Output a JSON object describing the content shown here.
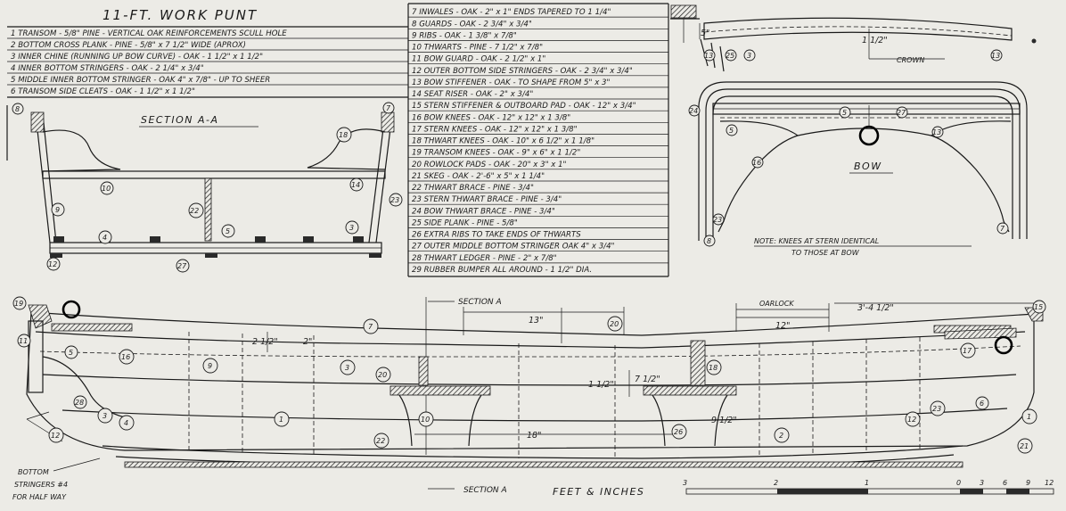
{
  "title": "11-FT. WORK PUNT",
  "materials_left": [
    "1 TRANSOM - 5/8\" PINE - VERTICAL OAK REINFORCEMENTS SCULL HOLE",
    "2 BOTTOM CROSS PLANK - PINE - 5/8\" x 7 1/2\" WIDE (APROX)",
    "3 INNER CHINE (RUNNING UP BOW CURVE) - OAK - 1 1/2\" x 1 1/2\"",
    "4 INNER BOTTOM STRINGERS - OAK - 2 1/4\" x 3/4\"",
    "5 MIDDLE INNER BOTTOM STRINGER - OAK 4\" x 7/8\" - UP TO SHEER",
    "6 TRANSOM SIDE CLEATS - OAK - 1 1/2\" x 1 1/2\""
  ],
  "materials_right": [
    "7 INWALES - OAK - 2\" x 1\" ENDS TAPERED TO 1 1/4\"",
    "8 GUARDS - OAK - 2 3/4\" x 3/4\"",
    "9 RIBS - OAK - 1 3/8\" x 7/8\"",
    "10 THWARTS - PINE - 7 1/2\" x 7/8\"",
    "11 BOW GUARD - OAK - 2 1/2\" x 1\"",
    "12 OUTER BOTTOM SIDE STRINGERS - OAK - 2 3/4\" x 3/4\"",
    "13 BOW STIFFENER - OAK - TO SHAPE FROM 5\" x 3\"",
    "14 SEAT RISER - OAK - 2\" x 3/4\"",
    "15 STERN STIFFENER & OUTBOARD PAD - OAK - 12\" x 3/4\"",
    "16 BOW KNEES - OAK - 12\" x 12\" x 1 3/8\"",
    "17 STERN KNEES - OAK - 12\" x 12\" x 1 3/8\"",
    "18 THWART KNEES - OAK - 10\" x 6 1/2\" x 1 1/8\"",
    "19 TRANSOM KNEES - OAK - 9\" x 6\" x 1 1/2\"",
    "20 ROWLOCK PADS - OAK - 20\" x 3\" x 1\"",
    "21 SKEG - OAK - 2'-6\" x 5\" x 1 1/4\"",
    "22 THWART BRACE - PINE - 3/4\"",
    "23 STERN THWART BRACE - PINE - 3/4\"",
    "24 BOW THWART BRACE - PINE - 3/4\"",
    "25 SIDE PLANK - PINE - 5/8\"",
    "26 EXTRA RIBS TO TAKE ENDS OF THWARTS",
    "27 OUTER MIDDLE BOTTOM STRINGER OAK 4\" x 3/4\"",
    "28 THWART LEDGER - PINE - 2\" x 7/8\"",
    "29 RUBBER BUMPER ALL AROUND - 1 1/2\" DIA."
  ],
  "labels": {
    "section_aa": "SECTION A-A",
    "bow": "BOW",
    "crown": "CROWN",
    "note_1": "NOTE: KNEES AT STERN IDENTICAL",
    "note_2": "TO THOSE AT BOW",
    "section_a": "SECTION A",
    "feet_inches": "FEET & INCHES",
    "oarlock": "OARLOCK",
    "bottom_1": "BOTTOM",
    "bottom_2": "STRINGERS #4",
    "bottom_3": "FOR HALF WAY"
  },
  "dimensions": {
    "top_5": "5\"",
    "top_1_5": "1 1/2\"",
    "overall_stern": "3'-4 1/2\"",
    "d13": "13\"",
    "d12": "12\"",
    "d2_5": "2 1/2\"",
    "d2": "2\"",
    "d7_5": "7 1/2\"",
    "d1_5": "1 1/2\"",
    "d18": "18\"",
    "d9_5": "9 1/2\""
  },
  "scale_numbers": [
    "3",
    "2",
    "1",
    "0",
    "3",
    "6",
    "9",
    "12"
  ],
  "callouts": {
    "c1": "1",
    "c2": "2",
    "c3": "3",
    "c4": "4",
    "c5": "5",
    "c6": "6",
    "c7": "7",
    "c8": "8",
    "c9": "9",
    "c10": "10",
    "c11": "11",
    "c12": "12",
    "c13": "13",
    "c14": "14",
    "c15": "15",
    "c16": "16",
    "c17": "17",
    "c18": "18",
    "c19": "19",
    "c20": "20",
    "c21": "21",
    "c22": "22",
    "c23": "23",
    "c24": "24",
    "c25": "25",
    "c26": "26",
    "c27": "27",
    "c28": "28"
  }
}
